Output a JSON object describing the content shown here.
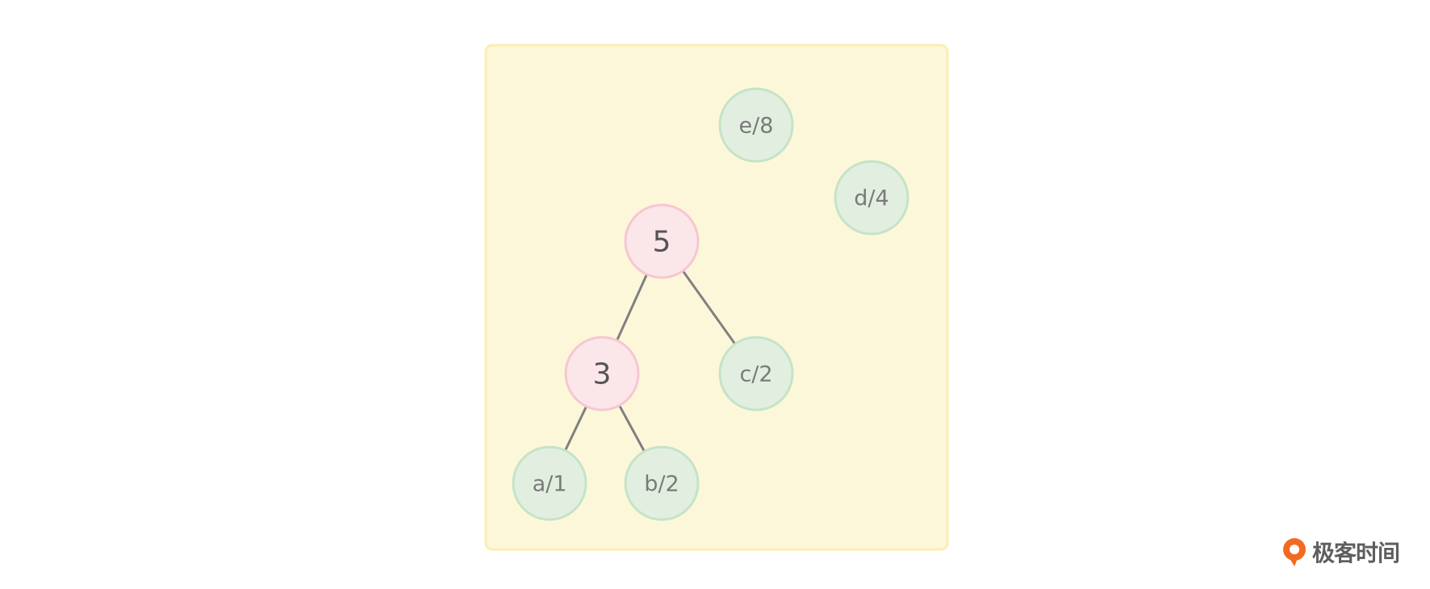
{
  "diagram": {
    "colors": {
      "panel_fill": "#fdf7da",
      "panel_border": "#fbeeb0",
      "internal_fill": "#fbe6e9",
      "internal_border": "#f6c7d1",
      "leaf_fill": "#e2efe0",
      "leaf_border": "#c4e4c6",
      "edge": "#808080",
      "text": "#7a7a7a",
      "internal_text": "#555555"
    },
    "nodes": [
      {
        "id": "n5",
        "label": "5",
        "kind": "internal"
      },
      {
        "id": "n3",
        "label": "3",
        "kind": "internal"
      },
      {
        "id": "c2",
        "label": "c/2",
        "kind": "leaf"
      },
      {
        "id": "a1",
        "label": "a/1",
        "kind": "leaf"
      },
      {
        "id": "b2",
        "label": "b/2",
        "kind": "leaf"
      },
      {
        "id": "e8",
        "label": "e/8",
        "kind": "leaf"
      },
      {
        "id": "d4",
        "label": "d/4",
        "kind": "leaf"
      }
    ],
    "edges": [
      {
        "from": "n5",
        "to": "n3"
      },
      {
        "from": "n5",
        "to": "c2"
      },
      {
        "from": "n3",
        "to": "a1"
      },
      {
        "from": "n3",
        "to": "b2"
      }
    ]
  },
  "watermark": {
    "text": "极客时间",
    "logo_color": "#f26a21"
  }
}
